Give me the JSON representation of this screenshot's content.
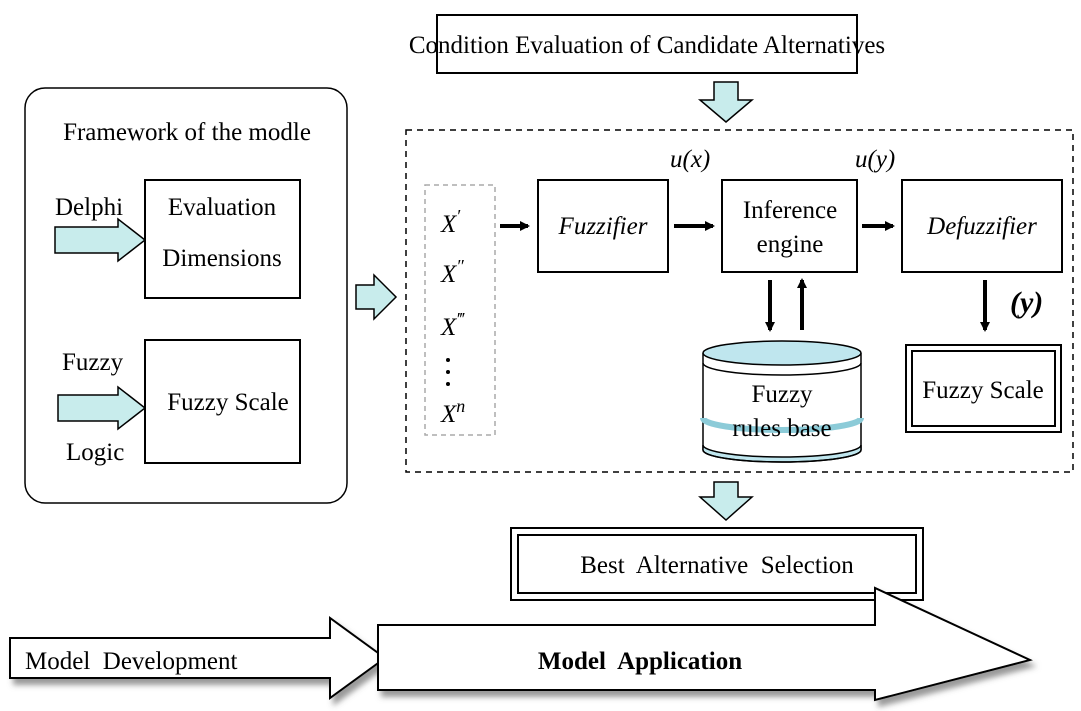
{
  "top_box": {
    "label": "Condition Evaluation of Candidate Alternatives"
  },
  "framework": {
    "title": "Framework of the modle",
    "delphi_label": "Delphi",
    "evaluation_box": [
      "Evaluation",
      "Dimensions"
    ],
    "fuzzy_label": "Fuzzy",
    "logic_label": "Logic",
    "fuzzy_scale_box": "Fuzzy Scale"
  },
  "inputs": {
    "items": [
      "X",
      "X",
      "X",
      "X"
    ],
    "superscripts": [
      "′",
      "″",
      "‴",
      "n"
    ]
  },
  "system": {
    "fuzzifier": "Fuzzifier",
    "ux_label": "u(x)",
    "inference_engine": [
      "Inference",
      "engine"
    ],
    "uy_label": "u(y)",
    "defuzzifier": "Defuzzifier",
    "y_output": "(y)",
    "rules_base": [
      "Fuzzy",
      "rules base"
    ],
    "fuzzy_scale_output": "Fuzzy Scale"
  },
  "best_selection": {
    "label": "Best  Alternative  Selection"
  },
  "bottom_arrows": {
    "development": "Model  Development",
    "application": "Model  Application"
  },
  "colors": {
    "block_arrow_fill": "#c8ecec",
    "stroke": "#000000",
    "dashed_border": "#000000",
    "input_border": "#aaaaaa",
    "cylinder_band": "#bfe6ee"
  }
}
